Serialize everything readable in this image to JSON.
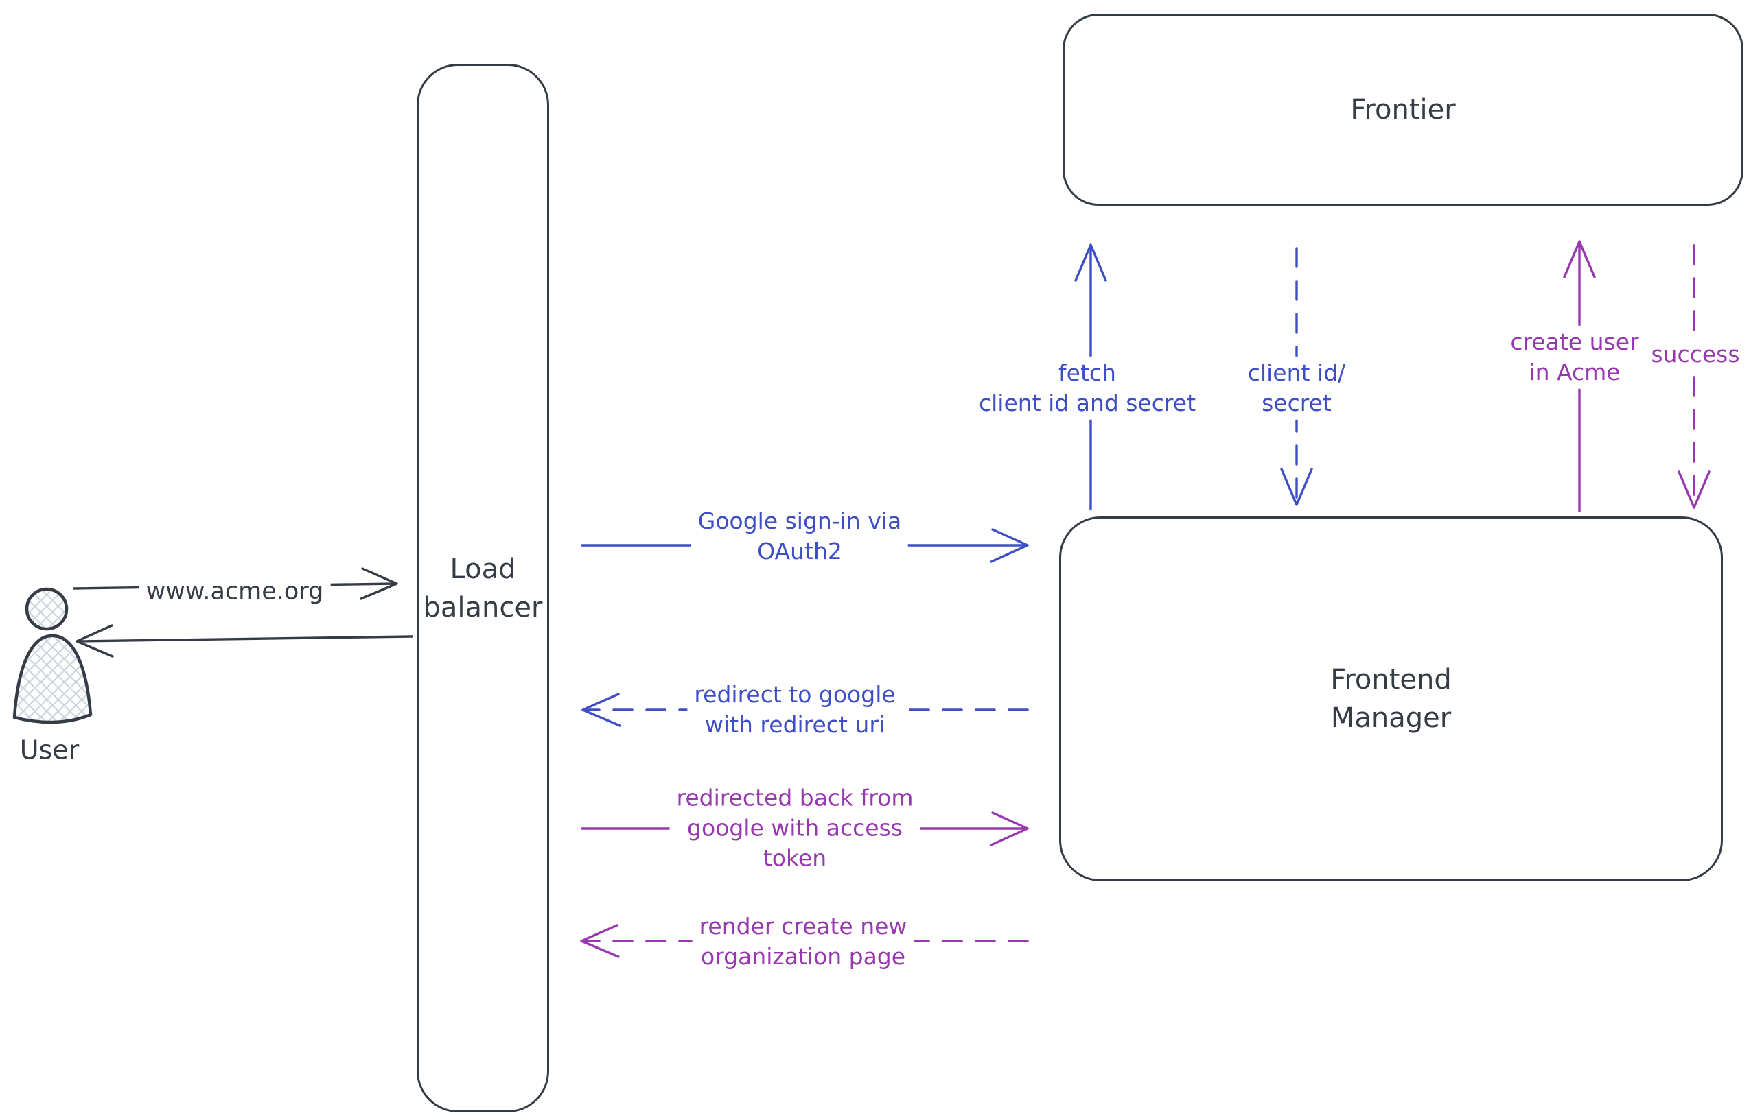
{
  "diagram": {
    "colors": {
      "ink": "#363c46",
      "blue": "#3d4ec6",
      "purple": "#9838b0"
    },
    "nodes": {
      "user": {
        "label": "User"
      },
      "load_balancer": {
        "label": "Load\nbalancer"
      },
      "frontier": {
        "label": "Frontier"
      },
      "frontend_manager": {
        "label": "Frontend\nManager"
      }
    },
    "edges": {
      "www_acme": {
        "label": "www.acme.org"
      },
      "google_signin": {
        "label": "Google sign-in via\nOAuth2"
      },
      "redirect_google": {
        "label": "redirect to google\nwith redirect uri"
      },
      "redirected_back": {
        "label": "redirected back from\ngoogle with access\ntoken"
      },
      "render_org_page": {
        "label": "render create new\norganization page"
      },
      "fetch_client": {
        "label": "fetch\nclient id and secret"
      },
      "client_id_secret": {
        "label": "client id/\nsecret"
      },
      "create_user": {
        "label": "create user\nin Acme"
      },
      "success": {
        "label": "success"
      }
    }
  }
}
